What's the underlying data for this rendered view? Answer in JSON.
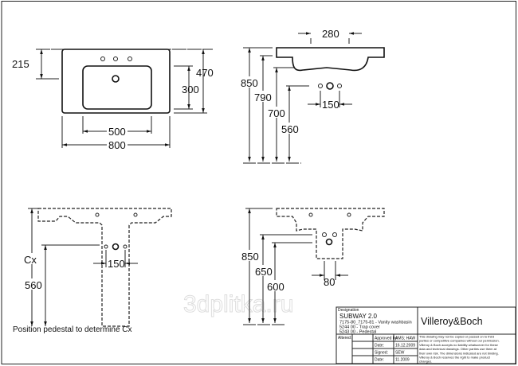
{
  "top_view": {
    "dims": {
      "d215": "215",
      "d470": "470",
      "d300": "300",
      "d500": "500",
      "d800": "800"
    }
  },
  "side_view": {
    "dims": {
      "d280": "280",
      "d850": "850",
      "d790": "790",
      "d700": "700",
      "d560": "560",
      "d150": "150"
    }
  },
  "pedestal_view": {
    "dims": {
      "cx": "Cx",
      "d560": "560",
      "d150": "150"
    },
    "note": "Position pedestal to determine Cx"
  },
  "trap_view": {
    "dims": {
      "d850": "850",
      "d650": "650",
      "d600": "600",
      "d80": "80"
    }
  },
  "watermark": "3dplitka.ru",
  "title_block": {
    "designation_label": "Designation",
    "product": "SUBWAY 2.0",
    "line1": "7175-80_7175-81 - Vanity washbasin",
    "line2": "5244 00 - Trap cover",
    "line3": "5243 00 - Pedestal",
    "brand": "Villeroy&Boch",
    "altered_label": "Altered:",
    "approved_label": "Approved by:",
    "approved_value": "AMS; HAW",
    "date_label": "Date:",
    "date1": "16.12.2009",
    "signed_label": "Signed:",
    "signed_value": "SEW",
    "date2": "11.2009",
    "disclaimer": [
      "This drawing may not be copied or passed on to third",
      "parties or competitive companies without our permission.",
      "Villeroy & Boch accepts no liability whatsoever for these",
      "data and technical drawings. Other parties use them at",
      "their own risk. The dimensions indicated are not binding.",
      "Villeroy & Boch reserves the right to make product",
      "changes."
    ]
  }
}
